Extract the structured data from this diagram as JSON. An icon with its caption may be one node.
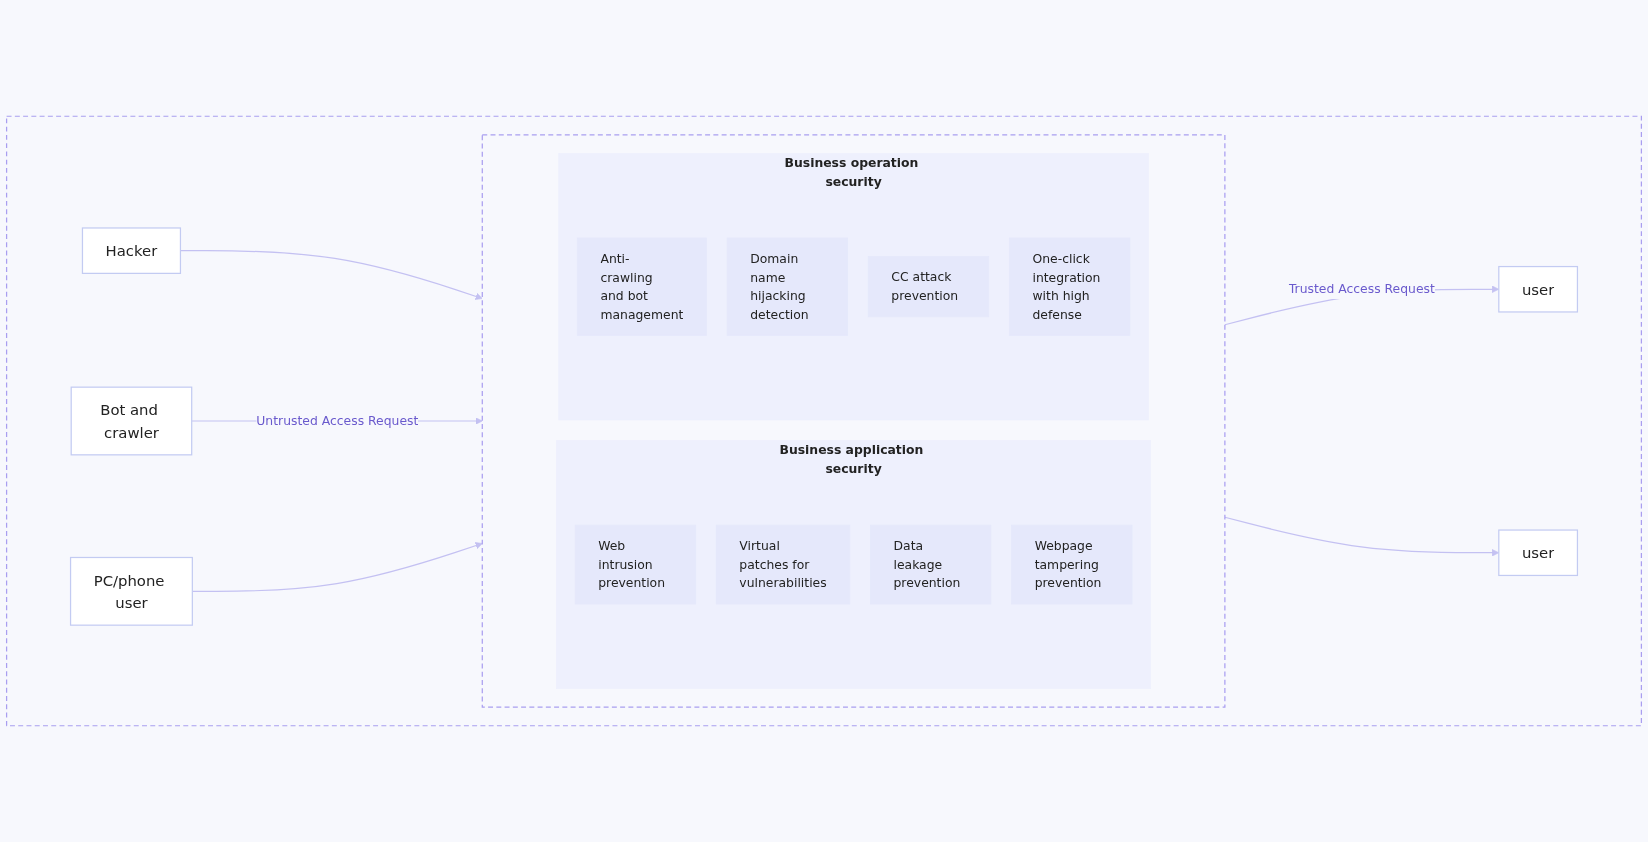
{
  "diagram": {
    "nodes": [
      {
        "text": [],
        "shape": "box"
      },
      {
        "text": [
          "Hacker"
        ],
        "in": 0
      },
      {
        "text": [
          "Bot and crawler"
        ],
        "in": 0
      },
      {
        "text": [
          "PC/phone user"
        ],
        "in": 0
      },
      {
        "text": [],
        "shape": "box",
        "in": 0
      },
      {
        "text": [
          "Business application security"
        ],
        "in": 4
      },
      {
        "text": [
          "Web intrusion prevention"
        ],
        "in": 5
      },
      {
        "text": [
          "Virtual patches for vulnerabilities"
        ],
        "in": 5
      },
      {
        "text": [
          "Data leakage prevention"
        ],
        "in": 5
      },
      {
        "text": [
          "Webpage tampering prevention"
        ],
        "in": 5
      },
      {
        "text": [
          "Business operation security"
        ],
        "in": 4
      },
      {
        "text": [
          "Anti-crawling and bot management"
        ],
        "in": 10
      },
      {
        "text": [
          "Domain name hijacking detection"
        ],
        "in": 10
      },
      {
        "text": [
          "CC attack prevention"
        ],
        "in": 10
      },
      {
        "text": [
          "One-click integration with high defense"
        ],
        "in": 10
      },
      {
        "text": [
          "user"
        ],
        "in": 0
      },
      {
        "text": [
          "user"
        ],
        "in": 0
      }
    ],
    "edges": [
      {
        "from": 1,
        "to": 4,
        "arrow": "to"
      },
      {
        "from": 2,
        "to": 4,
        "arrow": "to",
        "label": "Untrusted Access Request"
      },
      {
        "from": 3,
        "to": 4,
        "arrow": "to"
      },
      {
        "from": 4,
        "to": 15,
        "arrow": "to",
        "label": "Trusted Access Request"
      },
      {
        "from": 4,
        "to": 16,
        "arrow": "to"
      }
    ]
  }
}
